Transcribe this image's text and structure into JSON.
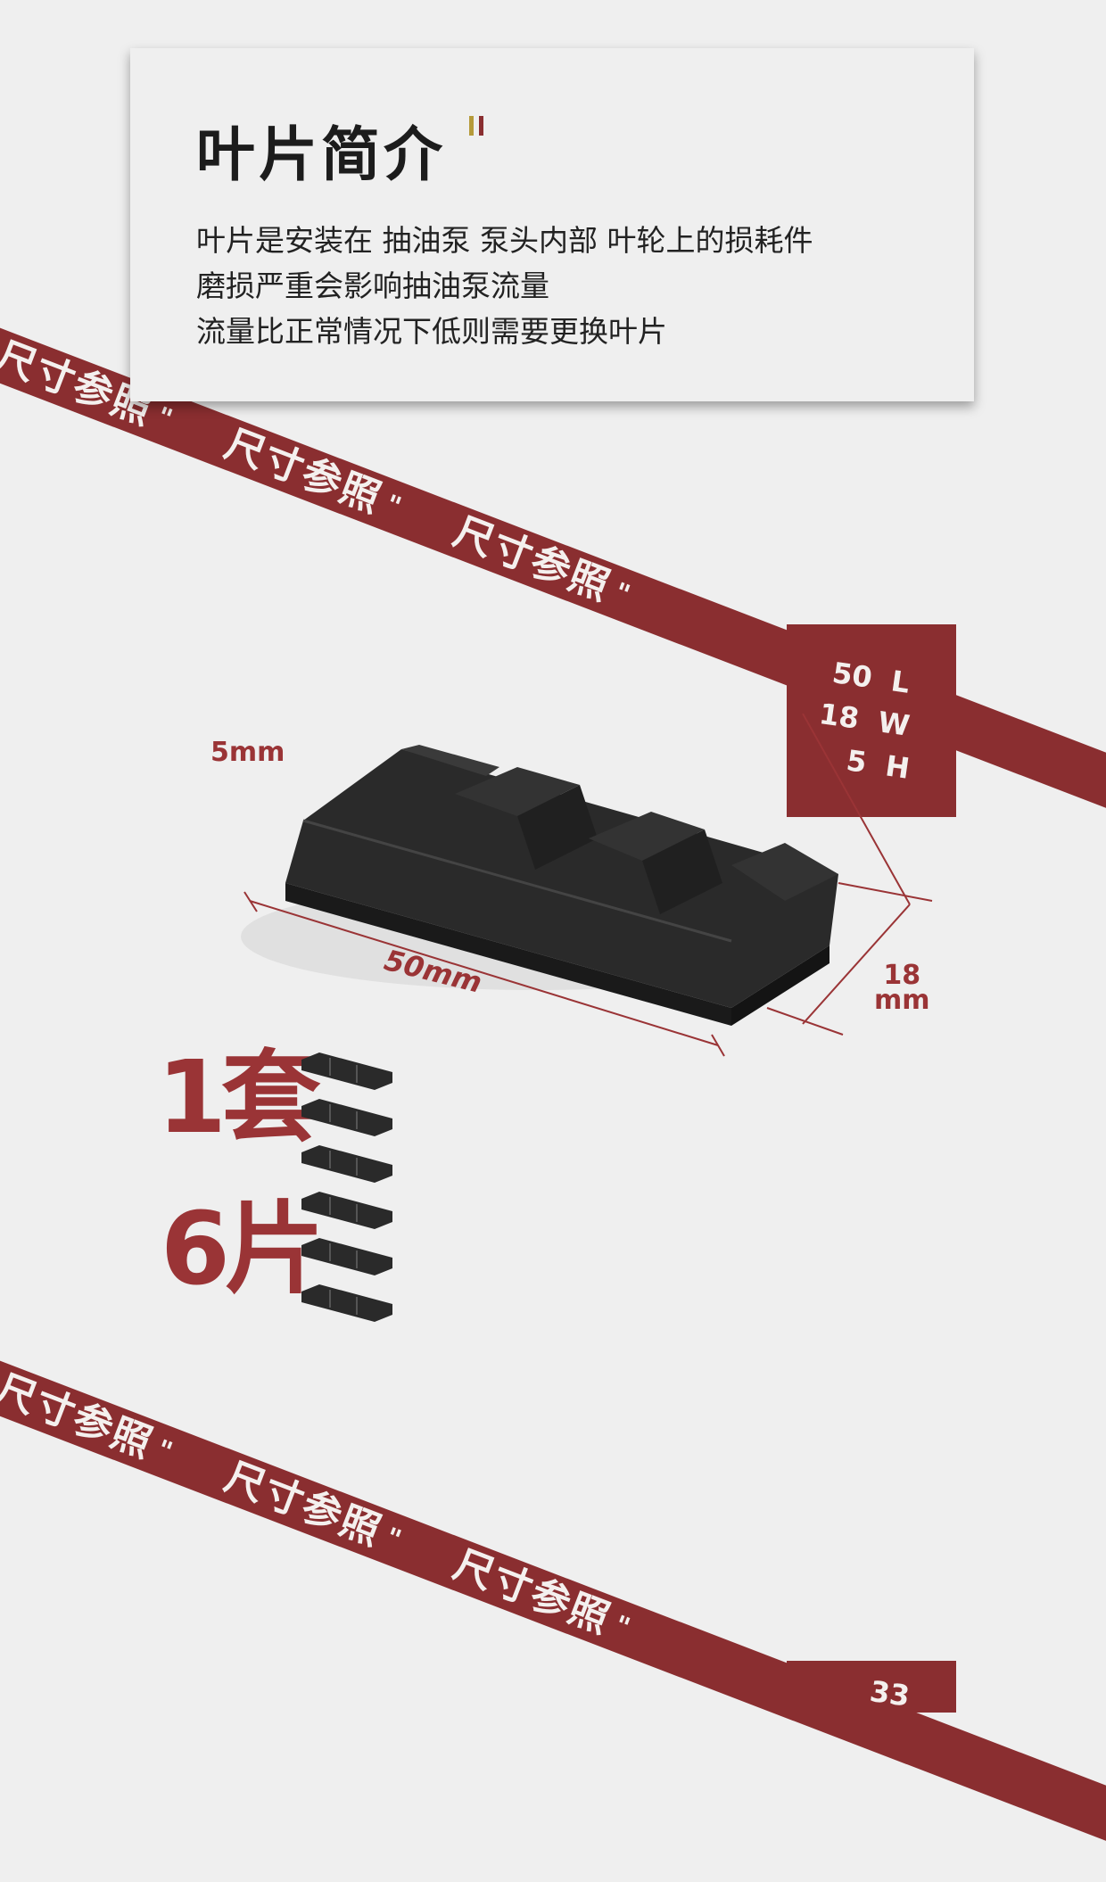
{
  "intro": {
    "title": "叶片简介",
    "lines": [
      "叶片是安装在 抽油泵 泵头内部 叶轮上的损耗件",
      "磨损严重会影响抽油泵流量",
      "流量比正常情况下低则需要更换叶片"
    ]
  },
  "ribbon": {
    "label": "尺寸参照"
  },
  "dimensions": {
    "rows": [
      {
        "value": "50",
        "unit": "L"
      },
      {
        "value": "18",
        "unit": "W"
      },
      {
        "value": "5",
        "unit": "H"
      }
    ],
    "next_value": "33"
  },
  "product": {
    "height_label": "5mm",
    "length_label": "50mm",
    "width_label_value": "18",
    "width_label_unit": "mm"
  },
  "quantity": {
    "sets": "1套",
    "pieces": "6片"
  },
  "colors": {
    "accent": "#8a2e30",
    "text": "#9a3436",
    "background": "#efefef"
  }
}
